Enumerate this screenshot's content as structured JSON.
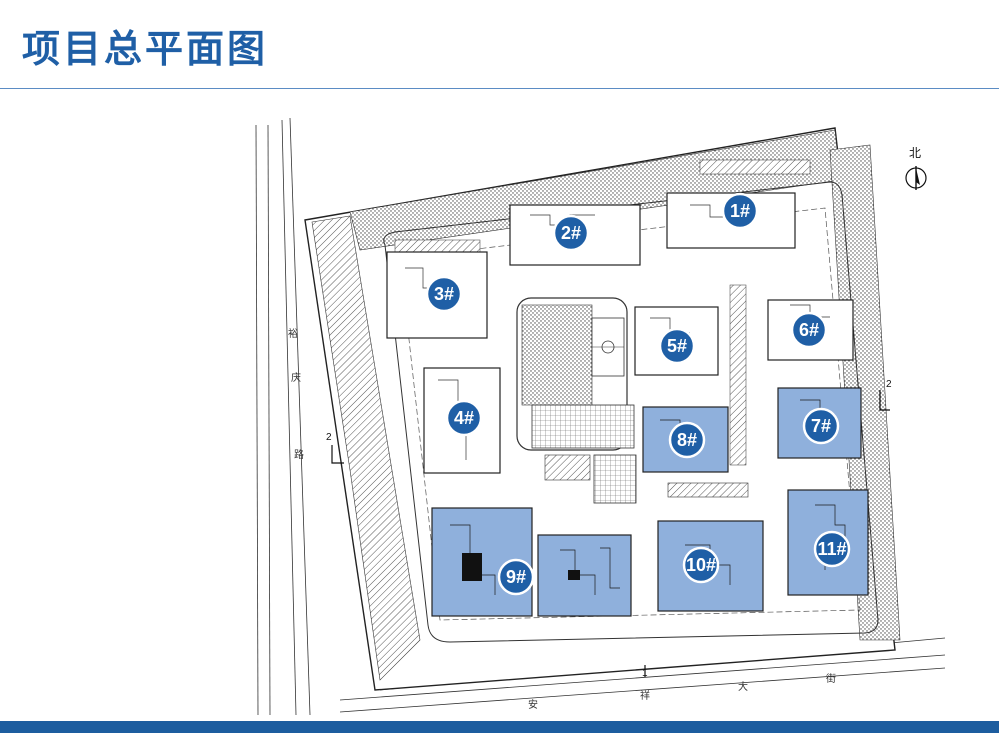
{
  "page": {
    "title": "项目总平面图"
  },
  "compass": {
    "label": "北"
  },
  "road_labels": {
    "west": [
      "裕",
      "庆",
      "路"
    ],
    "south": [
      "安",
      "祥",
      "大",
      "街"
    ],
    "section_marks": [
      "2",
      "2",
      "1"
    ]
  },
  "buildings": [
    {
      "id": "1#",
      "highlighted": false
    },
    {
      "id": "2#",
      "highlighted": false
    },
    {
      "id": "3#",
      "highlighted": false
    },
    {
      "id": "4#",
      "highlighted": false
    },
    {
      "id": "5#",
      "highlighted": false
    },
    {
      "id": "6#",
      "highlighted": false
    },
    {
      "id": "7#",
      "highlighted": true
    },
    {
      "id": "8#",
      "highlighted": true
    },
    {
      "id": "9#",
      "highlighted": true
    },
    {
      "id": "10#",
      "highlighted": true
    },
    {
      "id": "11#",
      "highlighted": true
    }
  ],
  "colors": {
    "title": "#1f5fa6",
    "marker_fill": "#1f5fa6",
    "highlight_fill": "#8fb0dc",
    "accent_bar": "#1d5d9f"
  }
}
